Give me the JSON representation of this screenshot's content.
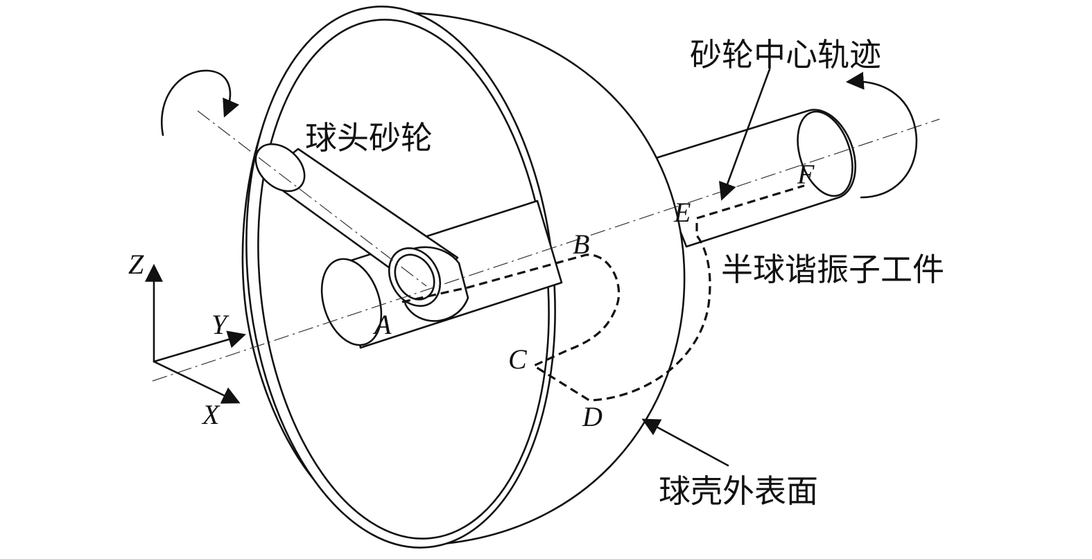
{
  "labels": {
    "grinding_wheel": "球头砂轮",
    "wheel_center_path": "砂轮中心轨迹",
    "workpiece": "半球谐振子工件",
    "shell_outer_surface": "球壳外表面"
  },
  "points": {
    "A": "A",
    "B": "B",
    "C": "C",
    "D": "D",
    "E": "E",
    "F": "F"
  },
  "axes": {
    "x": "X",
    "y": "Y",
    "z": "Z"
  },
  "colors": {
    "line": "#111111",
    "background": "#ffffff"
  }
}
